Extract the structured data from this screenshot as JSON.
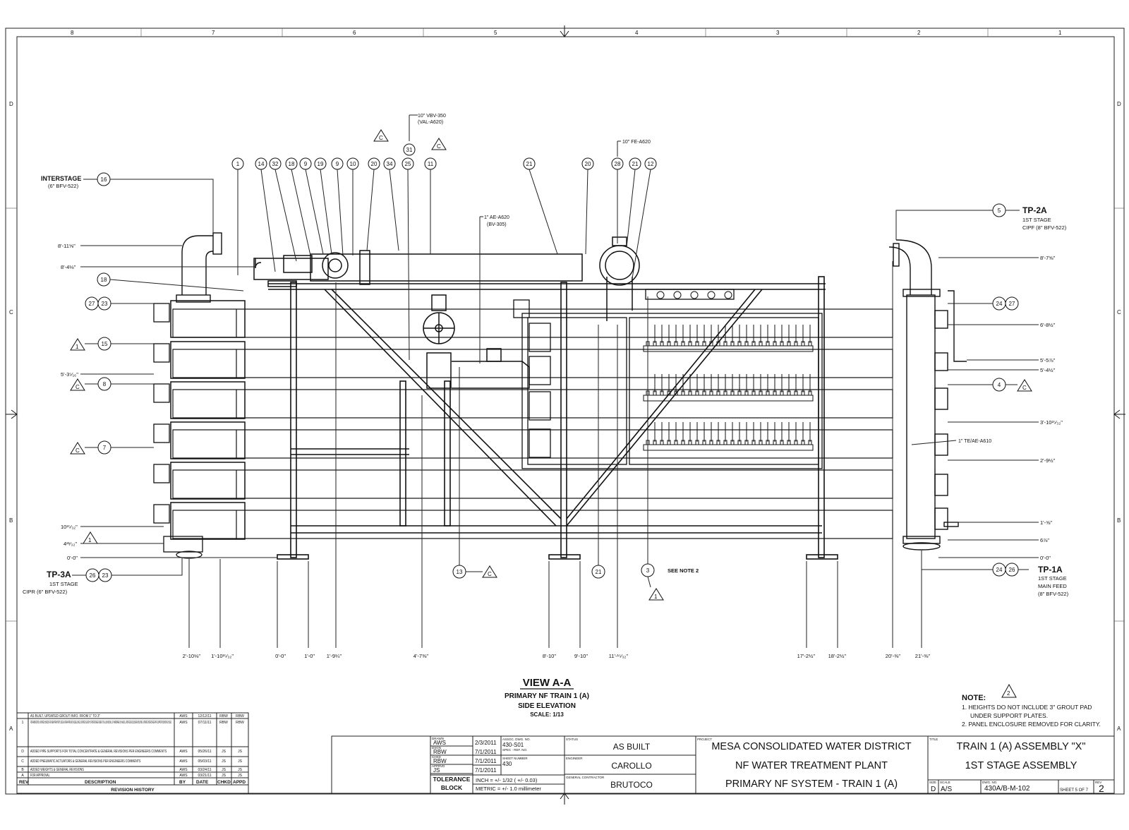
{
  "sheet": {
    "zone_columns": [
      "8",
      "7",
      "6",
      "5",
      "4",
      "3",
      "2",
      "1"
    ],
    "zone_rows": [
      "D",
      "C",
      "B",
      "A"
    ]
  },
  "callouts_top": [
    {
      "n": "1"
    },
    {
      "n": "14"
    },
    {
      "n": "32"
    },
    {
      "n": "18"
    },
    {
      "n": "9"
    },
    {
      "n": "19"
    },
    {
      "n": "9"
    },
    {
      "n": "10"
    },
    {
      "n": "20"
    },
    {
      "n": "34"
    },
    {
      "n": "25"
    },
    {
      "n": "11"
    },
    {
      "n": "21"
    },
    {
      "n": "20"
    },
    {
      "n": "28"
    },
    {
      "n": "21"
    },
    {
      "n": "12"
    },
    {
      "n": "31"
    }
  ],
  "top_labels": {
    "vbv_line1": "10\" VBV-350",
    "vbv_line2": "(VAL-A620)",
    "fe_label": "10\" FE-A620",
    "ae_line1": "1\" AE-A620",
    "ae_line2": "(BV-305)",
    "te_label": "1\" TE/AE-A610",
    "see_note": "SEE NOTE 2"
  },
  "left_tags": {
    "interstage_title": "INTERSTAGE",
    "interstage_sub": "(6\" BFV-522)",
    "interstage_num": "16",
    "tp3a_title": "TP-3A",
    "tp3a_line1": "1ST STAGE",
    "tp3a_line2": "CIPR (6\" BFV-522)",
    "tp3a_n1": "26",
    "tp3a_n2": "23"
  },
  "right_tags": {
    "tp2a_title": "TP-2A",
    "tp2a_line1": "1ST STAGE",
    "tp2a_line2": "CIPF (8\" BFV-522)",
    "tp2a_num": "5",
    "tp1a_title": "TP-1A",
    "tp1a_line1": "1ST STAGE",
    "tp1a_line2": "MAIN FEED",
    "tp1a_line3": "(8\" BFV-522)",
    "tp1a_n1": "24",
    "tp1a_n2": "26"
  },
  "left_elevations": [
    "8'-11⅝\"",
    "8'-4⅛\"",
    "5'-3⁵⁄₁₆\"",
    "10²⁵⁄₃₂\"",
    "4²¹⁄₃₂\"",
    "0'-0\""
  ],
  "right_elevations": [
    "8'-7⅝\"",
    "6'-8½\"",
    "5'-5⅞\"",
    "5'-4½\"",
    "3'-10²⁵⁄₃₂\"",
    "2'-9½\"",
    "1'-⅝\"",
    "6⅞\"",
    "0'-0\""
  ],
  "bottom_dims": [
    "2'-10⅛\"",
    "1'-10²⁵⁄₃₂\"",
    "0'-0\"",
    "1'-0\"",
    "1'-9¼\"",
    "4'-7⅜\"",
    "8'-10\"",
    "9'-10\"",
    "11'-¹⁵⁄₃₂\"",
    "17'-2½\"",
    "18'-2½\"",
    "20'-⅜\"",
    "21'-⅜\""
  ],
  "view": {
    "title": "VIEW A-A",
    "line1": "PRIMARY NF TRAIN 1 (A)",
    "line2": "SIDE ELEVATION",
    "scale": "SCALE: 1/13"
  },
  "note": {
    "title": "NOTE:",
    "line1": "1. HEIGHTS DO NOT INCLUDE 3\" GROUT PAD",
    "line1b": "UNDER SUPPORT PLATES.",
    "line2": "2. PANEL ENCLOSURE REMOVED FOR CLARITY."
  },
  "revision_history": {
    "title": "REVISION HISTORY",
    "headers": [
      "REV",
      "DESCRIPTION",
      "BY",
      "DATE",
      "CHKD",
      "APPD"
    ],
    "rows": [
      {
        "rev": "",
        "desc": "AS BUILT. UPDATED GROUT INFO. FROM 1\" TO 3\"",
        "by": "AWS",
        "date": "12/12/11",
        "chkd": "RBW",
        "appd": "RBW"
      },
      {
        "rev": "1",
        "desc": "FOR FABRICATION. UPDATED ±BENDS FOR NEW PERM PORT SIZES AS PER APPROVED VESSEL DWGS. UPDATED LENGTH OF INTERSTAGE RISERS TO ALLOW INSTALL OF HARDWARE ON VALVES. UPDATED ENCLOSURE MOUNTING. UPDATED INTERSTAGE PIPE SUPPORT MOUNTING HOLES",
        "by": "AWS",
        "date": "07/11/11",
        "chkd": "RBW",
        "appd": "RBW"
      },
      {
        "rev": "D",
        "desc": "ADDED PIPE SUPPORTS FOR TOTAL CONCENTRATE & GENERAL REVISIONS PER ENGINEERS COMMENTS",
        "by": "AWS",
        "date": "05/26/11",
        "chkd": "JS",
        "appd": "JS"
      },
      {
        "rev": "C",
        "desc": "ADDED PNEUMATIC ACTUATORS & GENERAL REVISIONS PER ENGINEERS COMMENTS",
        "by": "AWS",
        "date": "05/03/11",
        "chkd": "JS",
        "appd": "JS"
      },
      {
        "rev": "B",
        "desc": "ADDED WEIGHTS & GENERAL REVISIONS",
        "by": "AWS",
        "date": "03/24/11",
        "chkd": "JS",
        "appd": "JS"
      },
      {
        "rev": "A",
        "desc": "FOR APPROVAL",
        "by": "AWS",
        "date": "03/21/11",
        "chkd": "JS",
        "appd": "JS"
      }
    ]
  },
  "title_block": {
    "sign_rows": [
      {
        "label": "DRAWN",
        "init": "AWS",
        "date": "2/3/2011"
      },
      {
        "label": "DSGN",
        "init": "RBW",
        "date": "7/1/2011"
      },
      {
        "label": "CHKD",
        "init": "RBW",
        "date": "7/1/2011"
      },
      {
        "label": "APPRVD",
        "init": "JS",
        "date": "7/1/2011"
      }
    ],
    "assoc_label": "ASSOC. DWG. NO.",
    "assoc_value": "430-S01",
    "spec_label": "SPEC - REF. NO.",
    "sheet_label": "SHEET NUMBER",
    "sheet_value": "430",
    "tolerance_title": "TOLERANCE",
    "tolerance_title2": "BLOCK",
    "tol_inch": "INCH = +/- 1/32 ( +/- 0.03)",
    "tol_metric": "METRIC = +/- 1.0 millimeter",
    "status_label": "STATUS",
    "status_value": "AS BUILT",
    "engineer_label": "ENGINEER",
    "engineer_value": "CAROLLO",
    "gc_label": "GENERAL CONTRACTOR",
    "gc_value": "BRUTOCO",
    "project_label": "PROJECT",
    "project_line1": "MESA CONSOLIDATED WATER DISTRICT",
    "project_line2": "NF WATER TREATMENT PLANT",
    "project_line3": "PRIMARY NF SYSTEM - TRAIN 1 (A)",
    "title_label": "TITLE",
    "title_line1": "TRAIN 1 (A) ASSEMBLY \"X\"",
    "title_line2": "1ST STAGE ASSEMBLY",
    "size_label": "SIZE",
    "size_value": "D",
    "scale_label": "SCALE",
    "scale_value": "A/S",
    "dwg_label": "DWG. NO.",
    "dwg_value": "430A/B-M-102",
    "sheet_of": "SHEET 5 OF 7",
    "rev_label": "REV",
    "rev_value": "2"
  }
}
